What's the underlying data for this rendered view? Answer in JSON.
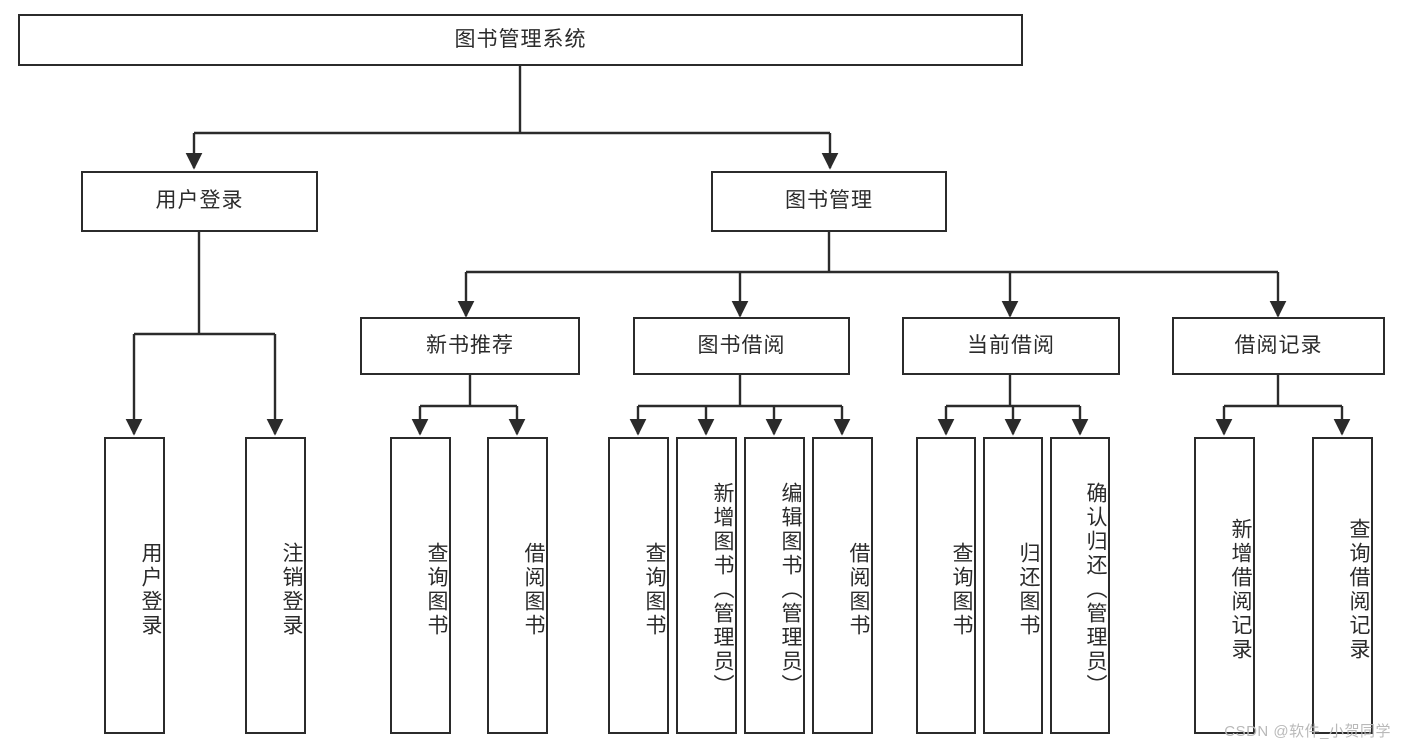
{
  "diagram": {
    "title": "图书管理系统",
    "type": "tree-hierarchy-chart",
    "root": {
      "label": "图书管理系统"
    },
    "level1": [
      {
        "label": "用户登录"
      },
      {
        "label": "图书管理"
      }
    ],
    "level2": [
      {
        "label": "新书推荐"
      },
      {
        "label": "图书借阅"
      },
      {
        "label": "当前借阅"
      },
      {
        "label": "借阅记录"
      }
    ],
    "leaves": {
      "user_login": [
        {
          "label": "用户登录"
        },
        {
          "label": "注销登录"
        }
      ],
      "new_book_recommend": [
        {
          "label": "查询图书"
        },
        {
          "label": "借阅图书"
        }
      ],
      "book_borrow": [
        {
          "label": "查询图书"
        },
        {
          "label": "新增图书（管理员）"
        },
        {
          "label": "编辑图书（管理员）"
        },
        {
          "label": "借阅图书"
        }
      ],
      "current_borrow": [
        {
          "label": "查询图书"
        },
        {
          "label": "归还图书"
        },
        {
          "label": "确认归还（管理员）"
        }
      ],
      "borrow_record": [
        {
          "label": "新增借阅记录"
        },
        {
          "label": "查询借阅记录"
        }
      ]
    }
  },
  "watermark": {
    "text": "CSDN @软件_小贺同学"
  },
  "colors": {
    "stroke": "#2b2b2b",
    "background": "#ffffff",
    "text": "#2b2b2b",
    "watermark": "#b9b9b9"
  }
}
